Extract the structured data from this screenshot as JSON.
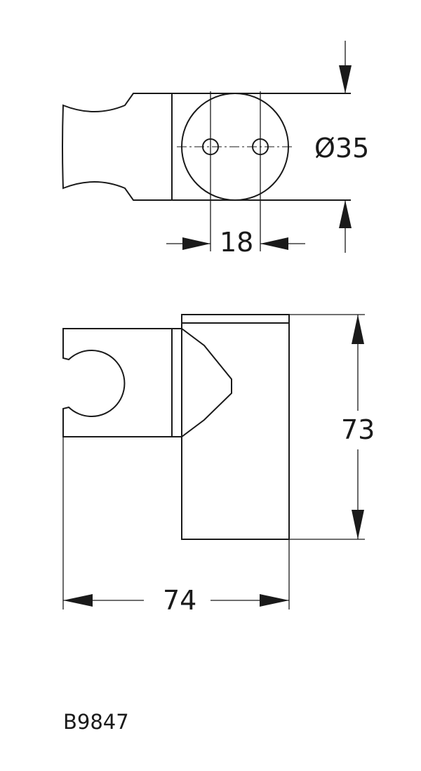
{
  "dimensions": {
    "diameter": "Ø35",
    "hole_spacing": "18",
    "height": "73",
    "width": "74"
  },
  "article_code": "B9847"
}
